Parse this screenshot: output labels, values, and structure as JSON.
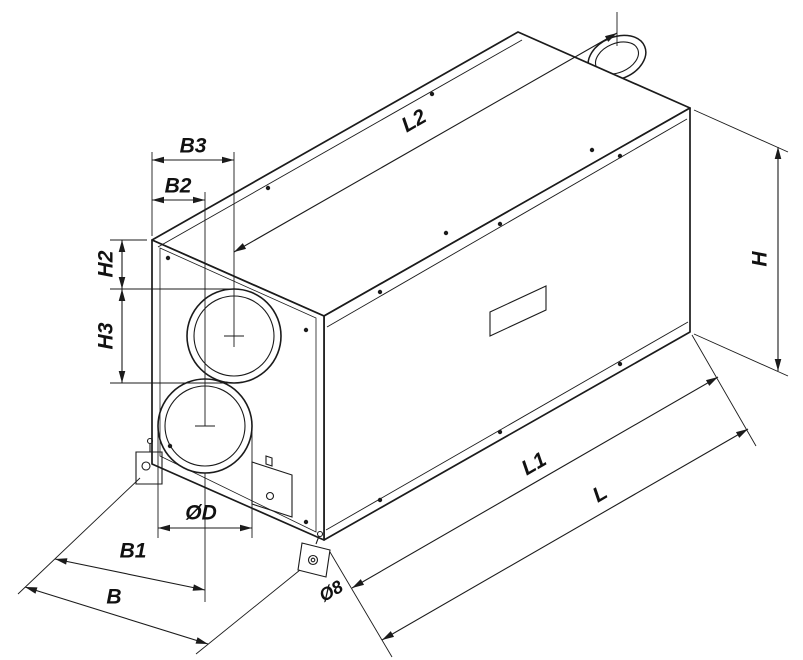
{
  "page": {
    "background": "#ffffff"
  },
  "drawing": {
    "name": "Suspended ventilation unit with two round duct spigots - dimensional diagram",
    "line_color": "#1b1b1b",
    "dim_labels": {
      "length_total": "L",
      "length_l1": "L1",
      "length_l2": "L2",
      "width_total": "B",
      "width_b1": "B1",
      "width_b2": "B2",
      "width_b3": "B3",
      "height_total": "H",
      "height_h2": "H2",
      "height_h3": "H3",
      "spigot_diameter": "ØD",
      "mount_hole_diameter": "Ø8"
    }
  }
}
